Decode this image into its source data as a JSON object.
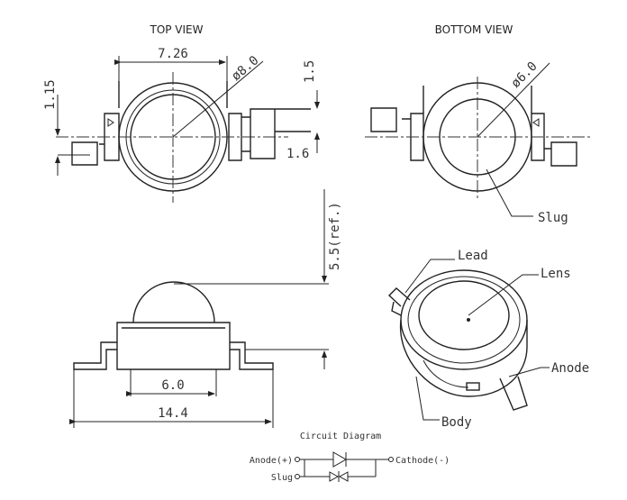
{
  "titles": {
    "top_view": "TOP VIEW",
    "bottom_view": "BOTTOM VIEW"
  },
  "dimensions": {
    "width_body": "7.26",
    "dia_lens": "ø8.0",
    "lead_offset_left": "1.15",
    "lead_offset_right": "1.5",
    "lead_width": "1.6",
    "dia_slug": "ø6.0",
    "height_ref": "5.5(ref.)",
    "slug_width": "6.0",
    "total_length": "14.4"
  },
  "labels": {
    "slug": "Slug",
    "lead": "Lead",
    "lens": "Lens",
    "anode": "Anode",
    "body": "Body"
  },
  "circuit": {
    "title": "Circuit Diagram",
    "anode": "Anode(+)",
    "slug": "Slug",
    "cathode": "Cathode(-)"
  }
}
